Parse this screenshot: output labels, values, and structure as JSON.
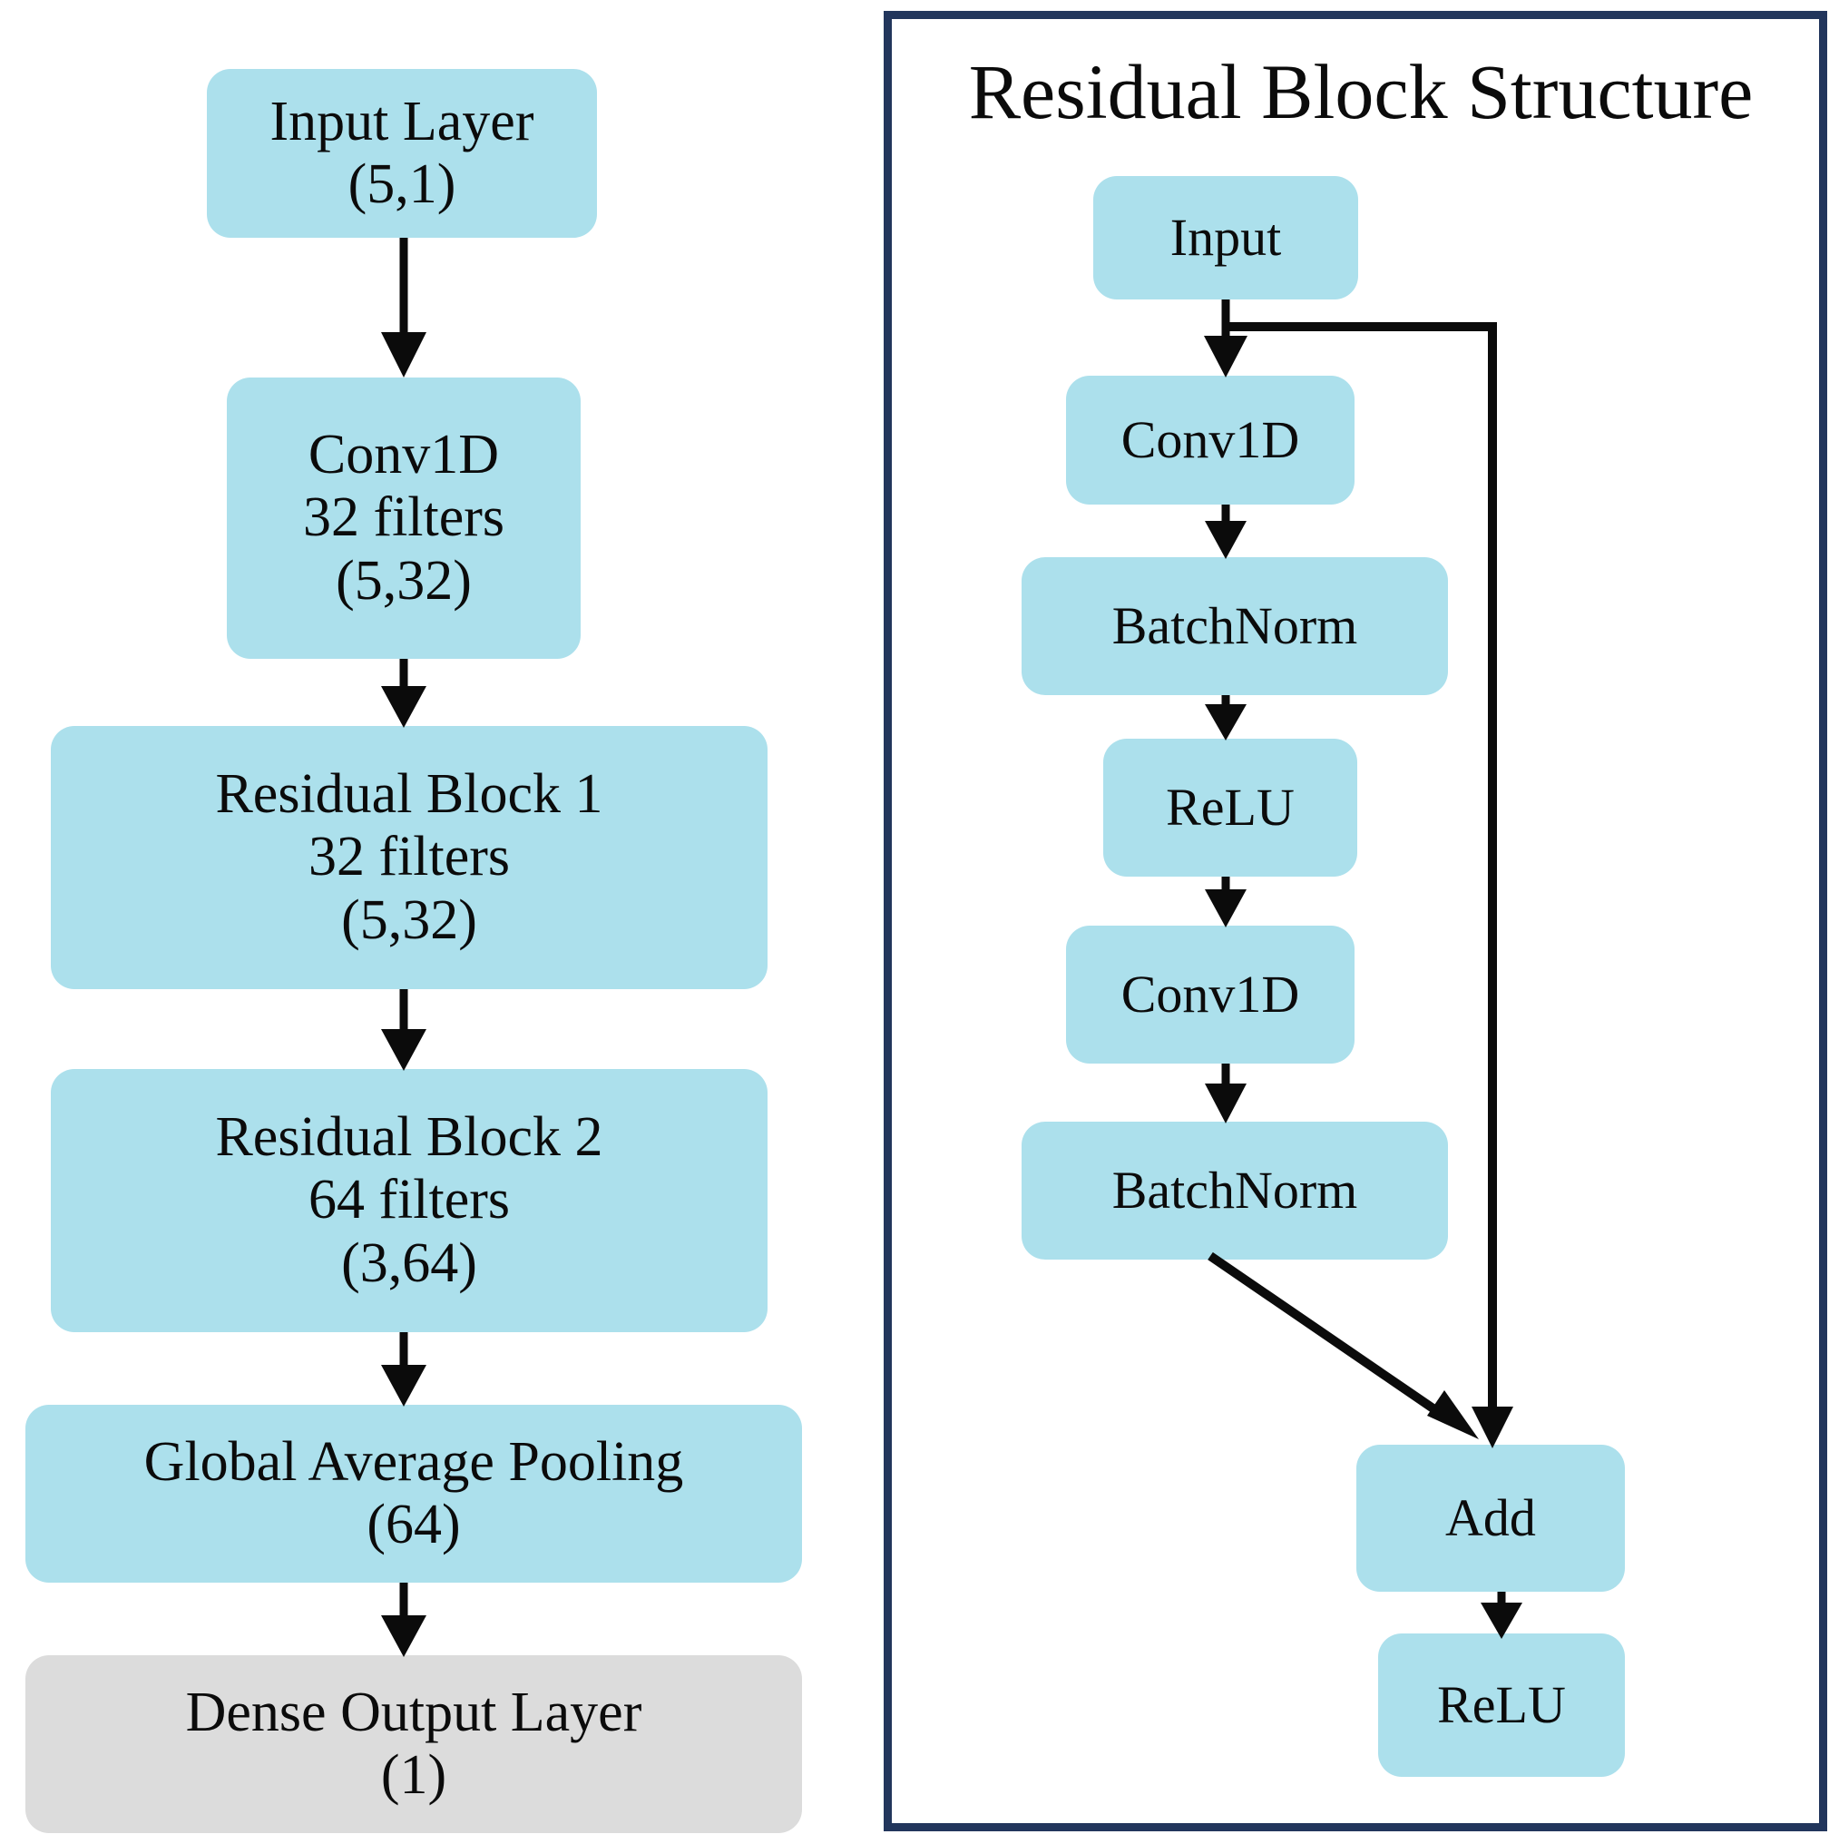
{
  "figure": {
    "type": "diagram",
    "subtype": "neural-network-architecture-flowchart",
    "colors": {
      "node_blue": "#ace0ec",
      "node_gray": "#dcdcdc",
      "panel_border": "#22365c",
      "arrow": "#0b0b0b",
      "background": "#ffffff"
    }
  },
  "left_pipeline": {
    "nodes": [
      {
        "id": "input-layer",
        "style": "blue",
        "lines": [
          "Input Layer",
          "(5,1)"
        ]
      },
      {
        "id": "conv1d",
        "style": "blue",
        "lines": [
          "Conv1D",
          "32 filters",
          "(5,32)"
        ]
      },
      {
        "id": "residual-block-1",
        "style": "blue",
        "lines": [
          "Residual Block 1",
          "32 filters",
          "(5,32)"
        ]
      },
      {
        "id": "residual-block-2",
        "style": "blue",
        "lines": [
          "Residual Block 2",
          "64 filters",
          "(3,64)"
        ]
      },
      {
        "id": "global-average-pooling",
        "style": "blue",
        "lines": [
          "Global Average Pooling",
          "(64)"
        ]
      },
      {
        "id": "dense-output-layer",
        "style": "gray",
        "lines": [
          "Dense Output Layer",
          "(1)"
        ]
      }
    ],
    "flow": [
      "input-layer -> conv1d",
      "conv1d -> residual-block-1",
      "residual-block-1 -> residual-block-2",
      "residual-block-2 -> global-average-pooling",
      "global-average-pooling -> dense-output-layer"
    ]
  },
  "right_panel": {
    "title": "Residual Block Structure",
    "nodes": [
      {
        "id": "rb-input",
        "style": "blue",
        "lines": [
          "Input"
        ]
      },
      {
        "id": "rb-conv1d-1",
        "style": "blue",
        "lines": [
          "Conv1D"
        ]
      },
      {
        "id": "rb-batchnorm-1",
        "style": "blue",
        "lines": [
          "BatchNorm"
        ]
      },
      {
        "id": "rb-relu-1",
        "style": "blue",
        "lines": [
          "ReLU"
        ]
      },
      {
        "id": "rb-conv1d-2",
        "style": "blue",
        "lines": [
          "Conv1D"
        ]
      },
      {
        "id": "rb-batchnorm-2",
        "style": "blue",
        "lines": [
          "BatchNorm"
        ]
      },
      {
        "id": "rb-add",
        "style": "blue",
        "lines": [
          "Add"
        ]
      },
      {
        "id": "rb-relu-2",
        "style": "blue",
        "lines": [
          "ReLU"
        ]
      }
    ],
    "flow": [
      "rb-input -> rb-conv1d-1",
      "rb-conv1d-1 -> rb-batchnorm-1",
      "rb-batchnorm-1 -> rb-relu-1",
      "rb-relu-1 -> rb-conv1d-2",
      "rb-conv1d-2 -> rb-batchnorm-2",
      "rb-batchnorm-2 -> rb-add",
      "rb-input -> rb-add (skip connection)",
      "rb-add -> rb-relu-2"
    ]
  }
}
